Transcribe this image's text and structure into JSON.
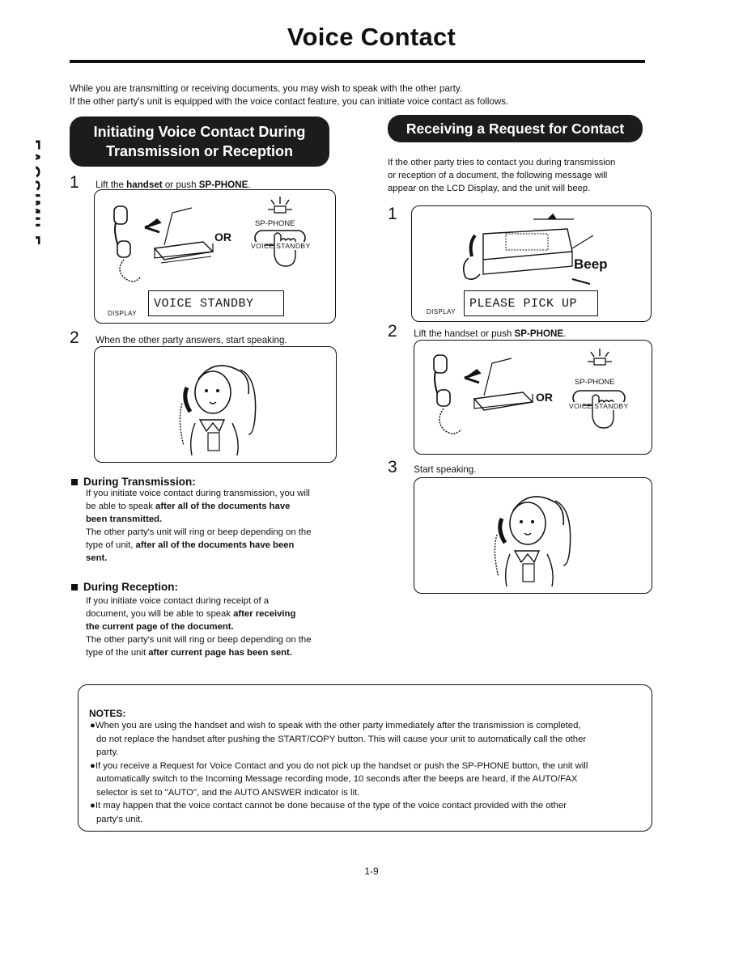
{
  "page": {
    "title": "Voice Contact",
    "intro": [
      "While you are transmitting or receiving documents, you may wish to speak with the other party.",
      "If the other party's unit is equipped with the voice contact feature, you can initiate voice contact as follows."
    ],
    "side_tab": "FACSIMILE",
    "page_number": "1-9"
  },
  "left": {
    "banner": [
      "Initiating Voice Contact During",
      "Transmission or Reception"
    ],
    "step1": {
      "num": "1",
      "pre": "Lift the ",
      "b1": "handset",
      "mid": " or push ",
      "b2": "SP-PHONE",
      "post": "."
    },
    "step1_panel": {
      "or": "OR",
      "button_label": "SP-PHONE",
      "under_label": "VOICE STANDBY",
      "display_label": "DISPLAY",
      "lcd": "VOICE STANDBY"
    },
    "step2": {
      "num": "2",
      "text": "When the other party answers, start speaking."
    },
    "transmission": {
      "heading": "During Transmission:",
      "lines": [
        {
          "t": "If you initiate voice contact during transmission, you will",
          "b": false
        },
        {
          "t": "be able to speak ",
          "b": false,
          "tail": "after all of the documents have"
        },
        {
          "t": "been transmitted.",
          "b": true
        },
        {
          "t": "The other party's unit will ring or beep depending on the",
          "b": false
        },
        {
          "t": "type of unit, ",
          "b": false,
          "tail": "after all of the documents have been"
        },
        {
          "t": "sent.",
          "b": true
        }
      ]
    },
    "reception": {
      "heading": "During Reception:",
      "lines": [
        {
          "t": "If you initiate voice contact during receipt of a",
          "b": false
        },
        {
          "t": "document, you will be able to speak ",
          "b": false,
          "tail": "after receiving"
        },
        {
          "t": "the current page of the document.",
          "b": true
        },
        {
          "t": "The other party's unit will ring or beep depending on the",
          "b": false
        },
        {
          "t": "type of the unit ",
          "b": false,
          "tail": "after current page has been sent."
        }
      ]
    }
  },
  "right": {
    "banner": "Receiving a Request for Contact",
    "intro": [
      "If the other party tries to contact you during transmission",
      "or reception of a document, the following message will",
      "appear on the LCD Display, and the unit will beep."
    ],
    "step1": {
      "num": "1",
      "beep": "Beep",
      "display_label": "DISPLAY",
      "lcd": "PLEASE PICK UP"
    },
    "step2": {
      "num": "2",
      "pre": "Lift the handset or push ",
      "b": "SP-PHONE",
      "post": ".",
      "or": "OR",
      "button_label": "SP-PHONE",
      "under_label": "VOICE STANDBY"
    },
    "step3": {
      "num": "3",
      "text": "Start speaking."
    }
  },
  "notes": {
    "title": "NOTES:",
    "items": [
      [
        "●When you are using the handset and wish to speak with the other party immediately after the transmission is completed,",
        "do not replace the handset after pushing the START/COPY button. This will cause your unit to automatically call the other",
        "party."
      ],
      [
        "●If you receive a Request for Voice Contact and you do not pick up the handset or push the SP-PHONE button, the unit will",
        "automatically switch to the Incoming Message recording mode, 10 seconds after the beeps are heard, if the AUTO/FAX",
        "selector is set to \"AUTO\", and the AUTO ANSWER indicator is lit."
      ],
      [
        "●It may happen that the voice contact cannot be done because of the type of the voice contact provided with the other",
        "party's unit."
      ]
    ]
  }
}
